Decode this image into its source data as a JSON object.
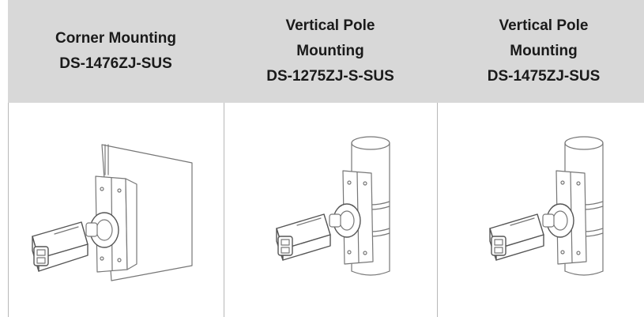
{
  "columns": [
    {
      "title_lines": [
        "Corner Mounting",
        "DS-1476ZJ-SUS"
      ],
      "illustration": "corner-mount-camera"
    },
    {
      "title_lines": [
        "Vertical Pole",
        "Mounting",
        "DS-1275ZJ-S-SUS"
      ],
      "illustration": "pole-mount-camera"
    },
    {
      "title_lines": [
        "Vertical Pole",
        "Mounting",
        "DS-1475ZJ-SUS"
      ],
      "illustration": "pole-mount-camera"
    }
  ],
  "colors": {
    "header_bg": "#d8d8d8",
    "border": "#b8b8b8",
    "line_art": "#777777"
  }
}
